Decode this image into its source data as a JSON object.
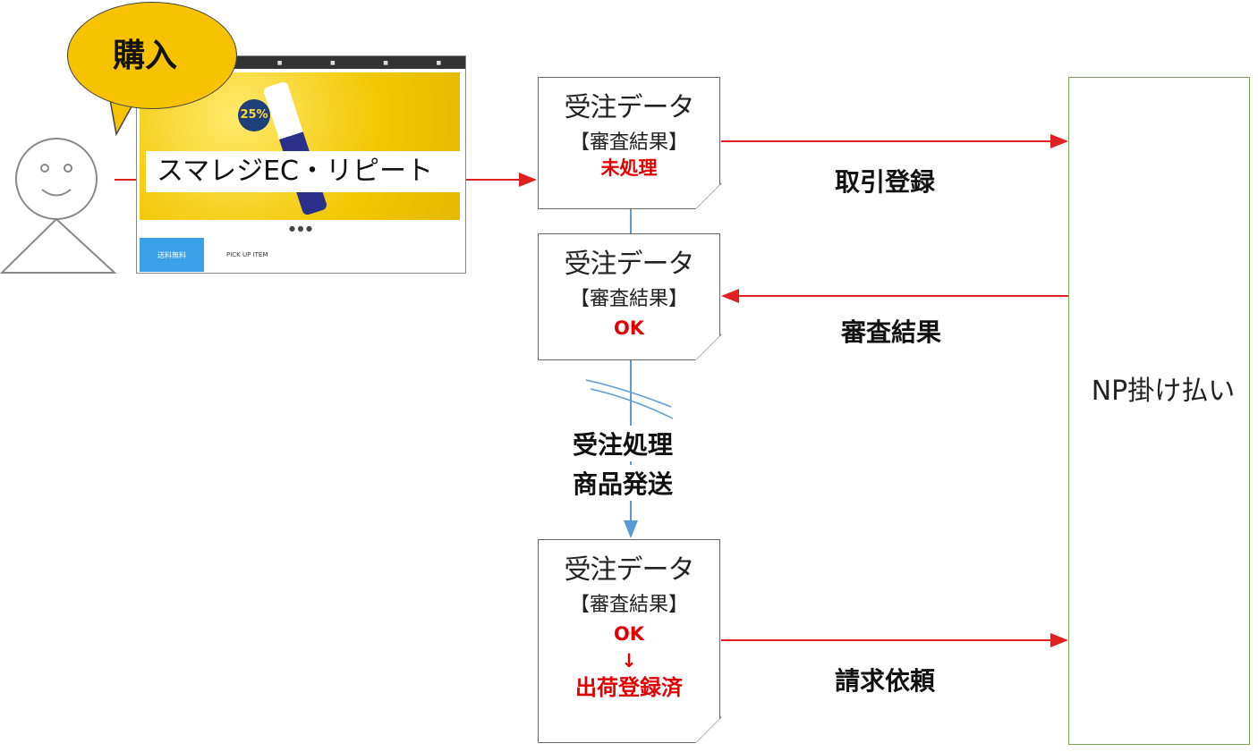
{
  "purchase_bubble": "購入",
  "site": {
    "title": "スマレジEC・リピート",
    "badge": "25%",
    "pick_up": "PICK UP ITEM",
    "free_shipping": "送料無料"
  },
  "docs": [
    {
      "title": "受注データ",
      "subtitle": "【審査結果】",
      "status": [
        "未処理"
      ]
    },
    {
      "title": "受注データ",
      "subtitle": "【審査結果】",
      "status": [
        "OK"
      ]
    },
    {
      "title": "受注データ",
      "subtitle": "【審査結果】",
      "status": [
        "OK",
        "↓",
        "出荷登録済"
      ]
    }
  ],
  "flows": {
    "register": "取引登録",
    "review_result": "審査結果",
    "process_line1": "受注処理",
    "process_line2": "商品発送",
    "billing": "請求依頼"
  },
  "np_box": "NP掛け払い",
  "colors": {
    "arrow_red": "#e02020",
    "arrow_blue": "#5b9bd5",
    "bubble": "#f7c300",
    "np_border": "#7aa35a"
  }
}
